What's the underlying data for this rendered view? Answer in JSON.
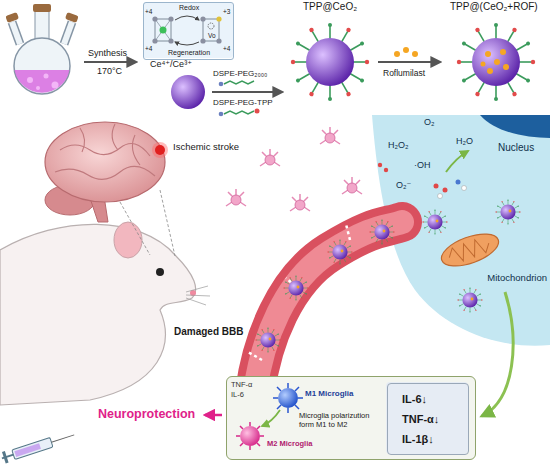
{
  "diagram": {
    "nodes": [
      {
        "text": [
          "Redox",
          "Regeneration",
          "+4",
          "+4",
          "+3",
          "+4",
          "Vo"
        ]
      },
      {
        "text": [
          "TNF-α",
          "IL-6",
          "M1 Microglia",
          "Microglia polarizution form M1 to M2",
          "M2 Microglia"
        ]
      },
      {
        "text": [
          "IL-6↓",
          "TNF-α↓",
          "IL-1β↓"
        ],
        "in": 1
      }
    ],
    "labels": [
      "Synthesis",
      "170°C",
      "Ce⁴⁺/Ce³⁺",
      "DSPE-PEG₂₀₀₀",
      "DSPE-PEG-TPP",
      "TPP@CeO₂",
      "Roflumilast",
      "TPP@(CeO₂+ROF)",
      "Ischemic stroke",
      "Damaged BBB",
      "O₂",
      "H₂O",
      "H₂O₂",
      "·OH",
      "O₂⁻",
      "Nucleus",
      "Mitochondrion",
      "Neuroprotection"
    ]
  }
}
